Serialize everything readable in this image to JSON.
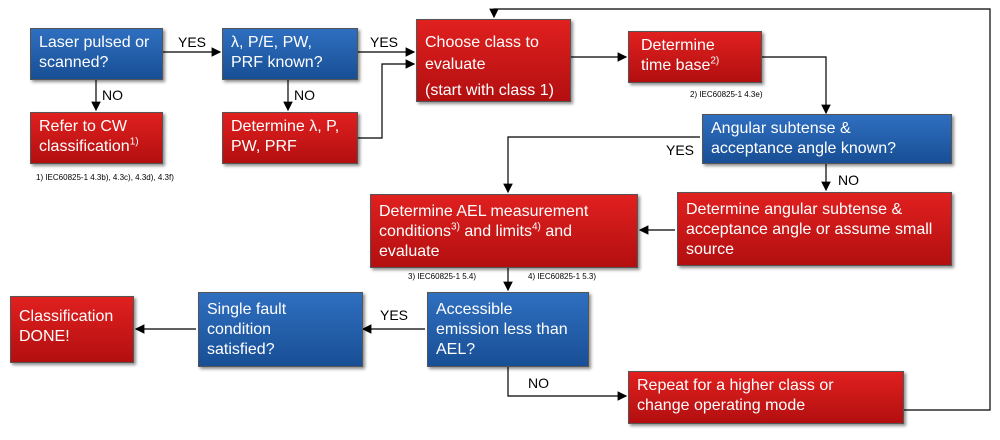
{
  "boxes": {
    "pulsed": {
      "l1": "Laser pulsed or",
      "l2": "scanned?"
    },
    "params_known": {
      "l1": "λ, P/E, PW,",
      "l2": "PRF known?"
    },
    "choose": {
      "l1": "Choose class to",
      "l2": "evaluate",
      "l3": "(start with class 1)"
    },
    "time_base": {
      "l1": "Determine",
      "l2": "time base",
      "sup": "2)"
    },
    "cw": {
      "l1": "Refer to CW",
      "l2": "classification",
      "sup": "1)"
    },
    "determine_params": {
      "l1": "Determine λ, P,",
      "l2": "PW, PRF"
    },
    "angular_known": {
      "l1": "Angular subtense &",
      "l2": "acceptance angle known?"
    },
    "determine_angular": {
      "l1": "Determine angular subtense &",
      "l2": "acceptance angle or assume small",
      "l3": "source"
    },
    "ael": {
      "l1": "Determine AEL measurement",
      "l2a": "conditions",
      "sup3": "3)",
      "l2b": " and limits",
      "sup4": "4)",
      "l2c": " and",
      "l3": "evaluate"
    },
    "accessible": {
      "l1": "Accessible",
      "l2": "emission less than",
      "l3": "AEL?"
    },
    "single_fault": {
      "l1": "Single fault",
      "l2": "condition",
      "l3": "satisfied?"
    },
    "done": {
      "l1": "Classification",
      "l2": "DONE!"
    },
    "repeat": {
      "l1": "Repeat for a higher class or",
      "l2": "change operating mode"
    }
  },
  "labels": {
    "yes1": "YES",
    "yes2": "YES",
    "no1": "NO",
    "no2": "NO",
    "yes3": "YES",
    "no3": "NO",
    "yes4": "YES",
    "no4": "NO"
  },
  "notes": {
    "n1": "1) IEC60825-1  4.3b), 4.3c), 4.3d), 4.3f)",
    "n2": "2) IEC60825-1  4.3e)",
    "n3": "3) IEC60825-1  5.4)",
    "n4": "4) IEC60825-1  5.3)"
  },
  "colors": {
    "blue": "#1f5aa8",
    "red": "#cc1616",
    "line": "#000000"
  }
}
